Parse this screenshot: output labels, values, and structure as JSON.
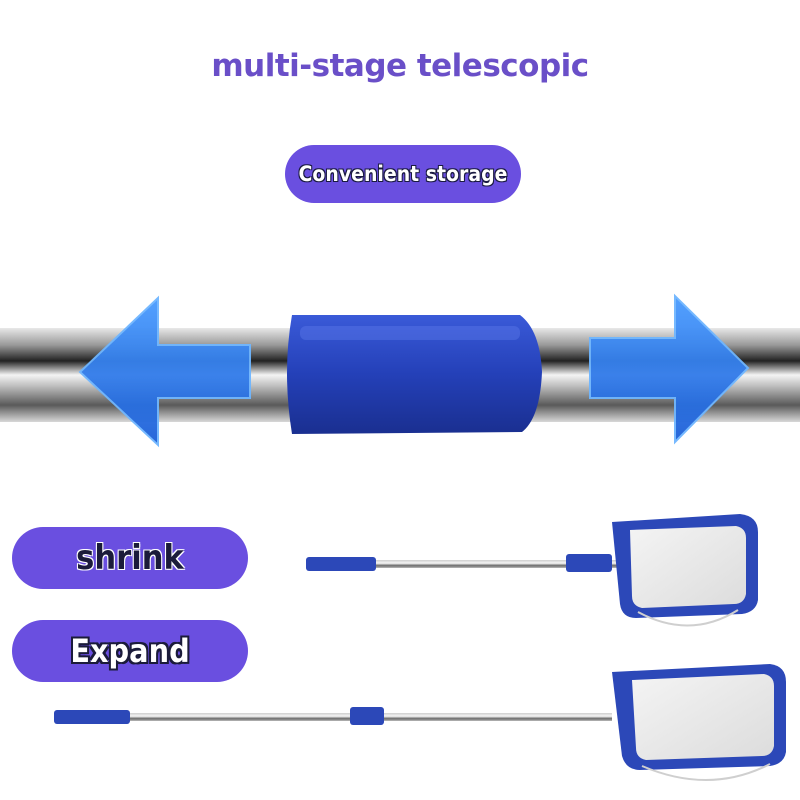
{
  "title": "multi-stage telescopic",
  "storage_label": "Convenient storage",
  "shrink_label": "shrink",
  "expand_label": "Expand",
  "colors": {
    "title": "#6a4fc8",
    "pill": "#6a4fe0",
    "blue": "#2c48b8",
    "arrow": "#2d7ef0"
  }
}
